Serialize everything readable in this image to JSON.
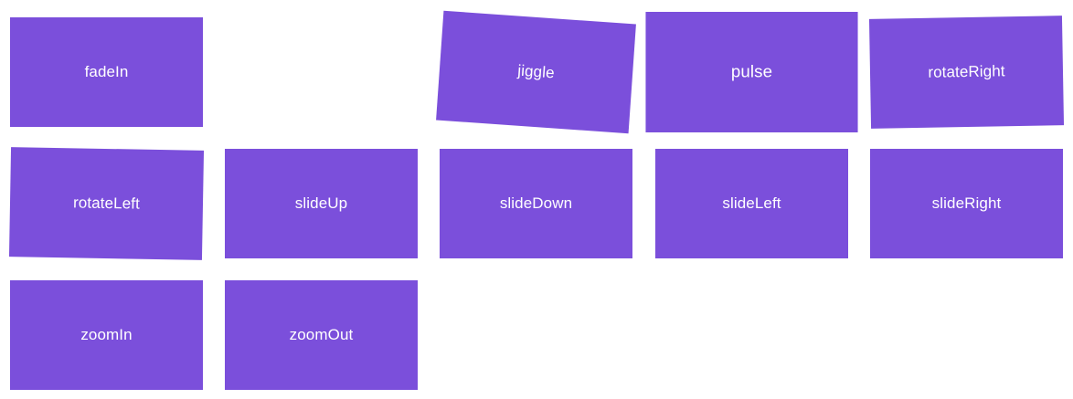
{
  "theme": {
    "tile_color": "#7b4fdb",
    "label_color": "#ffffff",
    "background": "#ffffff"
  },
  "tiles": [
    {
      "label": "fadeIn"
    },
    {
      "label": ""
    },
    {
      "label": "jiggle"
    },
    {
      "label": "pulse"
    },
    {
      "label": "rotateRight"
    },
    {
      "label": "rotateLeft"
    },
    {
      "label": "slideUp"
    },
    {
      "label": "slideDown"
    },
    {
      "label": "slideLeft"
    },
    {
      "label": "slideRight"
    },
    {
      "label": "zoomIn"
    },
    {
      "label": "zoomOut"
    }
  ]
}
